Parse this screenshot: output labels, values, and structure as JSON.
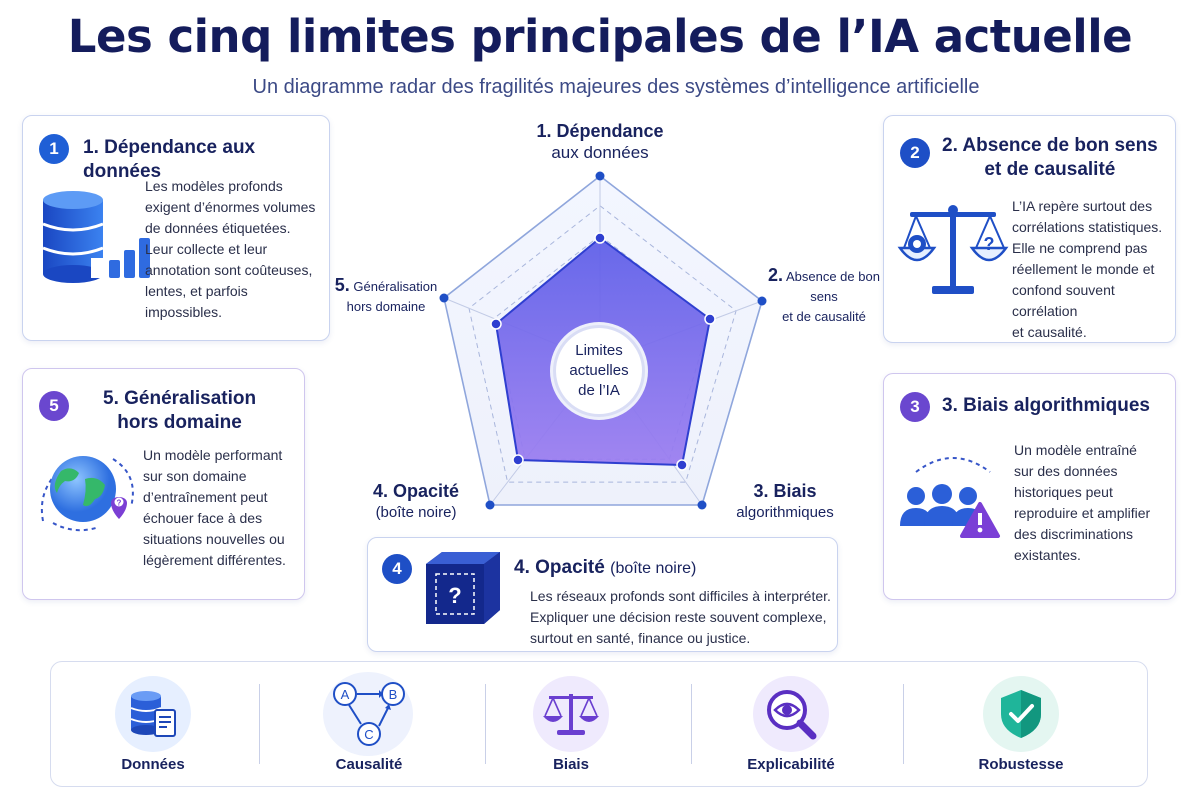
{
  "title": "Les cinq limites principales de l’IA actuelle",
  "subtitle": "Un diagramme radar des fragilités majeures des systèmes d’intelligence artificielle",
  "cards": {
    "c1": {
      "num": "1",
      "title": "1. Dépendance aux données",
      "lines": [
        "Les modèles profonds",
        "exigent d’énormes volumes",
        "de données étiquetées.",
        "Leur collecte et leur",
        "annotation sont coûteuses,",
        "lentes, et parfois",
        "impossibles."
      ]
    },
    "c2": {
      "num": "2",
      "title_lines": [
        "2. Absence de bon sens",
        "et de causalité"
      ],
      "lines": [
        "L’IA repère surtout des",
        "corrélations statistiques.",
        "Elle ne comprend pas",
        "réellement le monde et",
        "confond souvent corrélation",
        "et causalité."
      ]
    },
    "c3": {
      "num": "3",
      "title": "3. Biais algorithmiques",
      "lines": [
        "Un modèle entraîné",
        "sur des données",
        "historiques peut",
        "reproduire et amplifier",
        "des discriminations",
        "existantes."
      ]
    },
    "c4": {
      "num": "4",
      "title": "4. Opacité",
      "title_small": "(boîte noire)",
      "lines": [
        "Les réseaux profonds sont difficiles à interpréter.",
        "Expliquer une décision reste souvent complexe,",
        "surtout en santé, finance ou justice."
      ]
    },
    "c5": {
      "num": "5",
      "title_lines": [
        "5. Généralisation",
        "hors domaine"
      ],
      "lines": [
        "Un modèle performant",
        "sur son domaine",
        "d’entraînement peut",
        "échouer face à des",
        "situations nouvelles ou",
        "légèrement différentes."
      ]
    }
  },
  "radar": {
    "center_lines": [
      "Limites",
      "actuelles",
      "de l’IA"
    ],
    "axes": {
      "a1": {
        "n": "1. Dépendance",
        "rest": "aux données"
      },
      "a2": {
        "n": "2.",
        "rest1": "Absence de bon sens",
        "rest2": "et de causalité"
      },
      "a3": {
        "n": "3. Biais",
        "rest": "algorithmiques"
      },
      "a4": {
        "n": "4. Opacité",
        "rest": "(boîte noire)"
      },
      "a5": {
        "n": "5.",
        "rest1": "Généralisation",
        "rest2": "hors domaine"
      }
    },
    "colors": {
      "fill_top": "#5b5ce8",
      "fill_bottom": "#9a7cf0",
      "outline": "#2f3fd0",
      "grid": "#8fa6dc"
    }
  },
  "footer": {
    "items": [
      {
        "label": "Données",
        "icon": "database-document-icon"
      },
      {
        "label": "Causalité",
        "icon": "causality-graph-icon"
      },
      {
        "label": "Biais",
        "icon": "scales-icon"
      },
      {
        "label": "Explicabilité",
        "icon": "eye-magnifier-icon"
      },
      {
        "label": "Robustesse",
        "icon": "shield-check-icon"
      }
    ]
  }
}
